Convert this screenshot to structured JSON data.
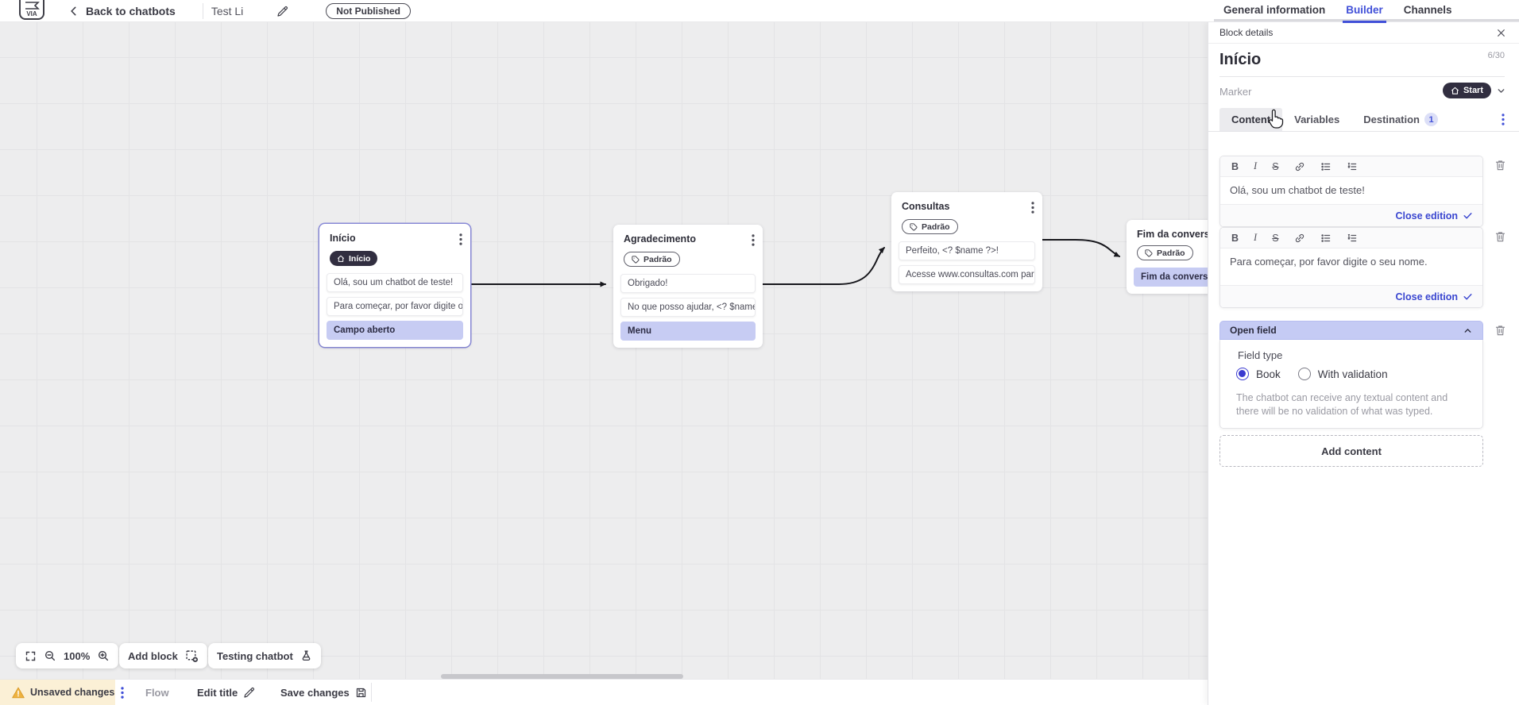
{
  "topbar": {
    "logo_text": "VIA",
    "back_label": "Back to chatbots",
    "chatbot_title": "Test Li",
    "status_badge": "Not Published",
    "tabs": [
      {
        "label": "General information",
        "active": false
      },
      {
        "label": "Builder",
        "active": true
      },
      {
        "label": "Channels",
        "active": false
      }
    ]
  },
  "canvas": {
    "zoom_level": "100%",
    "add_block_label": "Add block",
    "testing_label": "Testing chatbot",
    "blocks": [
      {
        "title": "Início",
        "marker": "Início",
        "rows": [
          "Olá, sou um chatbot de teste!",
          "Para começar, por favor digite o ...",
          "Campo aberto"
        ]
      },
      {
        "title": "Agradecimento",
        "tag": "Padrão",
        "rows": [
          "Obrigado!",
          "No que posso ajudar, <? $name ...",
          "Menu"
        ]
      },
      {
        "title": "Consultas",
        "tag": "Padrão",
        "rows": [
          "Perfeito, <? $name ?>!",
          "Acesse www.consultas.com par..."
        ]
      },
      {
        "title": "Fim da conversa",
        "tag": "Padrão",
        "rows": [
          "Fim da conversa"
        ]
      }
    ]
  },
  "panel": {
    "header": "Block details",
    "block_name": "Início",
    "char_counter": "6/30",
    "marker_label": "Marker",
    "marker_value": "Start",
    "tabs": {
      "content": "Content",
      "variables": "Variables",
      "destination": "Destination",
      "destination_badge": "1"
    },
    "editors": [
      {
        "text": "Olá, sou um chatbot de teste!",
        "close_label": "Close edition"
      },
      {
        "text": "Para começar, por favor digite o seu nome.",
        "close_label": "Close edition"
      }
    ],
    "open_field": {
      "title": "Open field",
      "field_type_label": "Field type",
      "option_book": "Book",
      "option_validation": "With validation",
      "description": "The chatbot can receive any textual content and there will be no validation of what was typed."
    },
    "add_content_label": "Add content"
  },
  "statusbar": {
    "unsaved": "Unsaved changes",
    "flow": "Flow",
    "edit_title": "Edit title",
    "save_changes": "Save changes"
  },
  "colors": {
    "accent": "#4150d8",
    "selected_block_border": "#8d8edd",
    "highlight_row": "#c7ccf3",
    "dark_pill": "#312e40",
    "warning_bg": "#fbf0d6",
    "warning_icon": "#e5ad3e",
    "canvas_bg": "#ededee",
    "close_edition_link": "#3a46d0"
  },
  "icons": [
    "back-chevron-icon",
    "pencil-icon",
    "home-icon",
    "tag-icon",
    "kebab-icon",
    "close-icon",
    "chevron-down-icon",
    "chevron-up-icon",
    "bold-icon",
    "italic-icon",
    "strikethrough-icon",
    "link-icon",
    "bullet-list-icon",
    "numbered-list-icon",
    "trash-icon",
    "fullscreen-icon",
    "zoom-out-icon",
    "zoom-in-icon",
    "add-block-icon",
    "flask-icon",
    "warning-icon",
    "save-icon",
    "hand-cursor"
  ]
}
